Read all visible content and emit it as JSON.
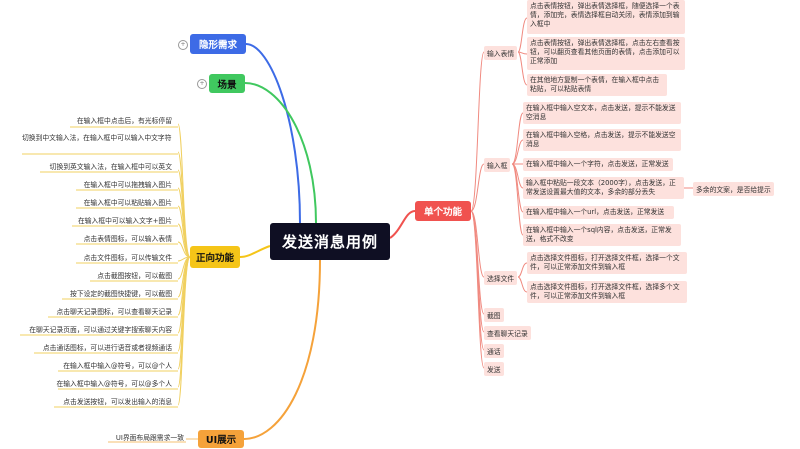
{
  "root": "发送消息用例",
  "branches": {
    "hidden": "隐形需求",
    "scene": "场景",
    "positive": "正向功能",
    "ui": "UI展示",
    "single": "单个功能"
  },
  "collapse_icons": [
    "+",
    "+"
  ],
  "positive_items": [
    "在输入框中点击后，有光标停留",
    "切换到中文输入法，在输入框中可以输入中文字符",
    "切换到英文输入法，在输入框中可以英文",
    "在输入框中可以拖拽输入图片",
    "在输入框中可以粘贴输入图片",
    "在输入框中可以输入文字+图片",
    "点击表情图标，可以输入表情",
    "点击文件图标，可以传输文件",
    "点击截图按钮，可以截图",
    "按下设定的截图快捷键，可以截图",
    "点击聊天记录图标，可以查看聊天记录",
    "在聊天记录页面，可以通过关键字搜索聊天内容",
    "点击通话图标，可以进行语音或者视频通话",
    "在输入框中输入@符号，可以@个人",
    "在输入框中输入@符号，可以@多个人",
    "点击发送按钮，可以发出输入的消息"
  ],
  "ui_item": "UI界面布局跟需求一致",
  "single": {
    "emoji_label": "输入表情",
    "emoji_items": [
      "点击表情按钮，弹出表情选择框，随便选择一个表情，添加完，表情选择框自动关闭，表情添加到输入框中",
      "点击表情按钮，弹出表情选择框，点击左右查看按钮，可以翻页查看其他页面的表情，点击添加可以正常添加",
      "在其他地方复制一个表情，在输入框中点击粘贴，可以粘贴表情"
    ],
    "input_label": "输入框",
    "input_items": [
      "在输入框中输入空文本，点击发送，提示不能发送空消息",
      "在输入框中输入空格，点击发送，提示不能发送空消息",
      "在输入框中输入一个字符，点击发送，正常发送",
      "输入框中粘贴一段文本（2000字），点击发送，正常发送设置最大值的文本，多余的部分丢失",
      "在输入框中输入一个url，点击发送，正常发送",
      "在输入框中输入一个sql内容，点击发送，正常发送，格式不改变"
    ],
    "input_sub": "多余的文案，是否给提示",
    "file_label": "选择文件",
    "file_items": [
      "点击选择文件图标，打开选择文件框，选择一个文件，可以正常添加文件到输入框",
      "点击选择文件图标，打开选择文件框，选择多个文件，可以正常添加文件到输入框"
    ],
    "others": [
      "截图",
      "查看聊天记录",
      "通话",
      "发送"
    ]
  }
}
